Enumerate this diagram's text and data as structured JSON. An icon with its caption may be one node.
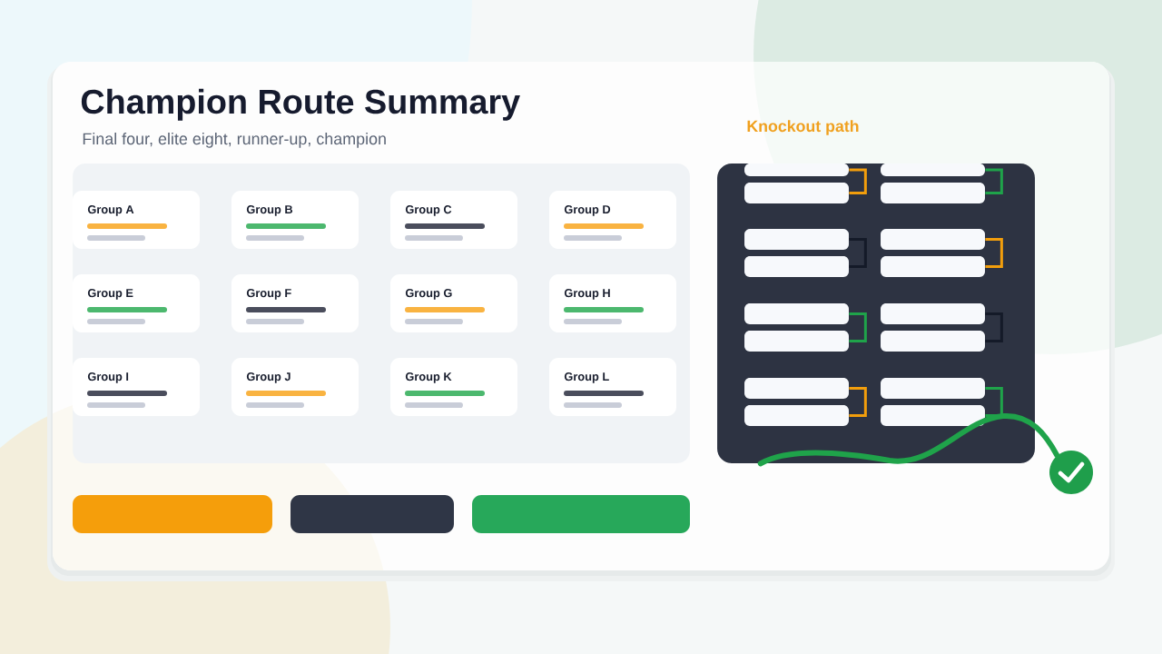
{
  "diagram": {
    "title": "Champion Route Summary",
    "nodes": [
      {
        "text": [],
        "shape": "box"
      },
      {
        "text": [
          "Group A"
        ],
        "in": 0
      },
      {
        "text": [
          "Group B"
        ],
        "in": 0
      },
      {
        "text": [
          "Group C"
        ],
        "in": 0
      },
      {
        "text": [
          "Group D"
        ],
        "in": 0
      },
      {
        "text": [
          "Group E"
        ],
        "in": 0
      },
      {
        "text": [
          "Group F"
        ],
        "in": 0
      },
      {
        "text": [
          "Group G"
        ],
        "in": 0
      },
      {
        "text": [
          "Group H"
        ],
        "in": 0
      },
      {
        "text": [
          "Group I"
        ],
        "in": 0
      },
      {
        "text": [
          "Group J"
        ],
        "in": 0
      },
      {
        "text": [
          "Group K"
        ],
        "in": 0
      },
      {
        "text": [
          "Group L"
        ],
        "in": 0
      },
      {
        "text": [
          "Knockout path"
        ]
      },
      {
        "text": [],
        "shape": "box",
        "in": 13
      },
      {
        "text": [],
        "shape": "box",
        "in": 13
      },
      {
        "text": [],
        "shape": "box",
        "in": 13
      },
      {
        "text": [],
        "shape": "box",
        "in": 13
      },
      {
        "text": [],
        "shape": "box",
        "in": 13
      },
      {
        "text": [],
        "shape": "box",
        "in": 13
      },
      {
        "text": [],
        "shape": "box",
        "in": 13
      },
      {
        "text": [],
        "shape": "box",
        "in": 13
      },
      {
        "text": [],
        "shape": "box",
        "in": 13
      },
      {
        "text": [],
        "shape": "box",
        "in": 13
      },
      {
        "text": [],
        "shape": "box",
        "in": 13
      },
      {
        "text": [],
        "shape": "box",
        "in": 13
      },
      {
        "text": [],
        "shape": "box",
        "in": 13
      },
      {
        "text": [],
        "shape": "box",
        "in": 13
      },
      {
        "text": [],
        "shape": "box",
        "in": 13
      },
      {
        "text": [],
        "shape": "box",
        "in": 13
      },
      {
        "text": [],
        "shape": "circle"
      },
      {
        "text": [],
        "shape": "bar"
      },
      {
        "text": [],
        "shape": "bar"
      },
      {
        "text": [],
        "shape": "bar"
      }
    ],
    "edges": [
      {
        "from": 14,
        "to": 15,
        "arrow": "none",
        "color": "#f29e0c"
      },
      {
        "from": 16,
        "to": 17,
        "arrow": "none",
        "color": "#1fa34a"
      },
      {
        "from": 18,
        "to": 19,
        "arrow": "none",
        "color": "#141a28"
      },
      {
        "from": 20,
        "to": 21,
        "arrow": "none",
        "color": "#f29e0c"
      },
      {
        "from": 22,
        "to": 23,
        "arrow": "none",
        "color": "#1fa34a"
      },
      {
        "from": 24,
        "to": 25,
        "arrow": "none",
        "color": "#141a28"
      },
      {
        "from": 26,
        "to": 27,
        "arrow": "none",
        "color": "#f29e0c"
      },
      {
        "from": 28,
        "to": 29,
        "arrow": "none",
        "color": "#1fa34a"
      },
      {
        "from": 13,
        "to": 30,
        "arrow": "none",
        "style": "thick",
        "color": "#1fa34a"
      }
    ],
    "labels": [
      "Final four, elite eight, runner-up, champion"
    ]
  }
}
